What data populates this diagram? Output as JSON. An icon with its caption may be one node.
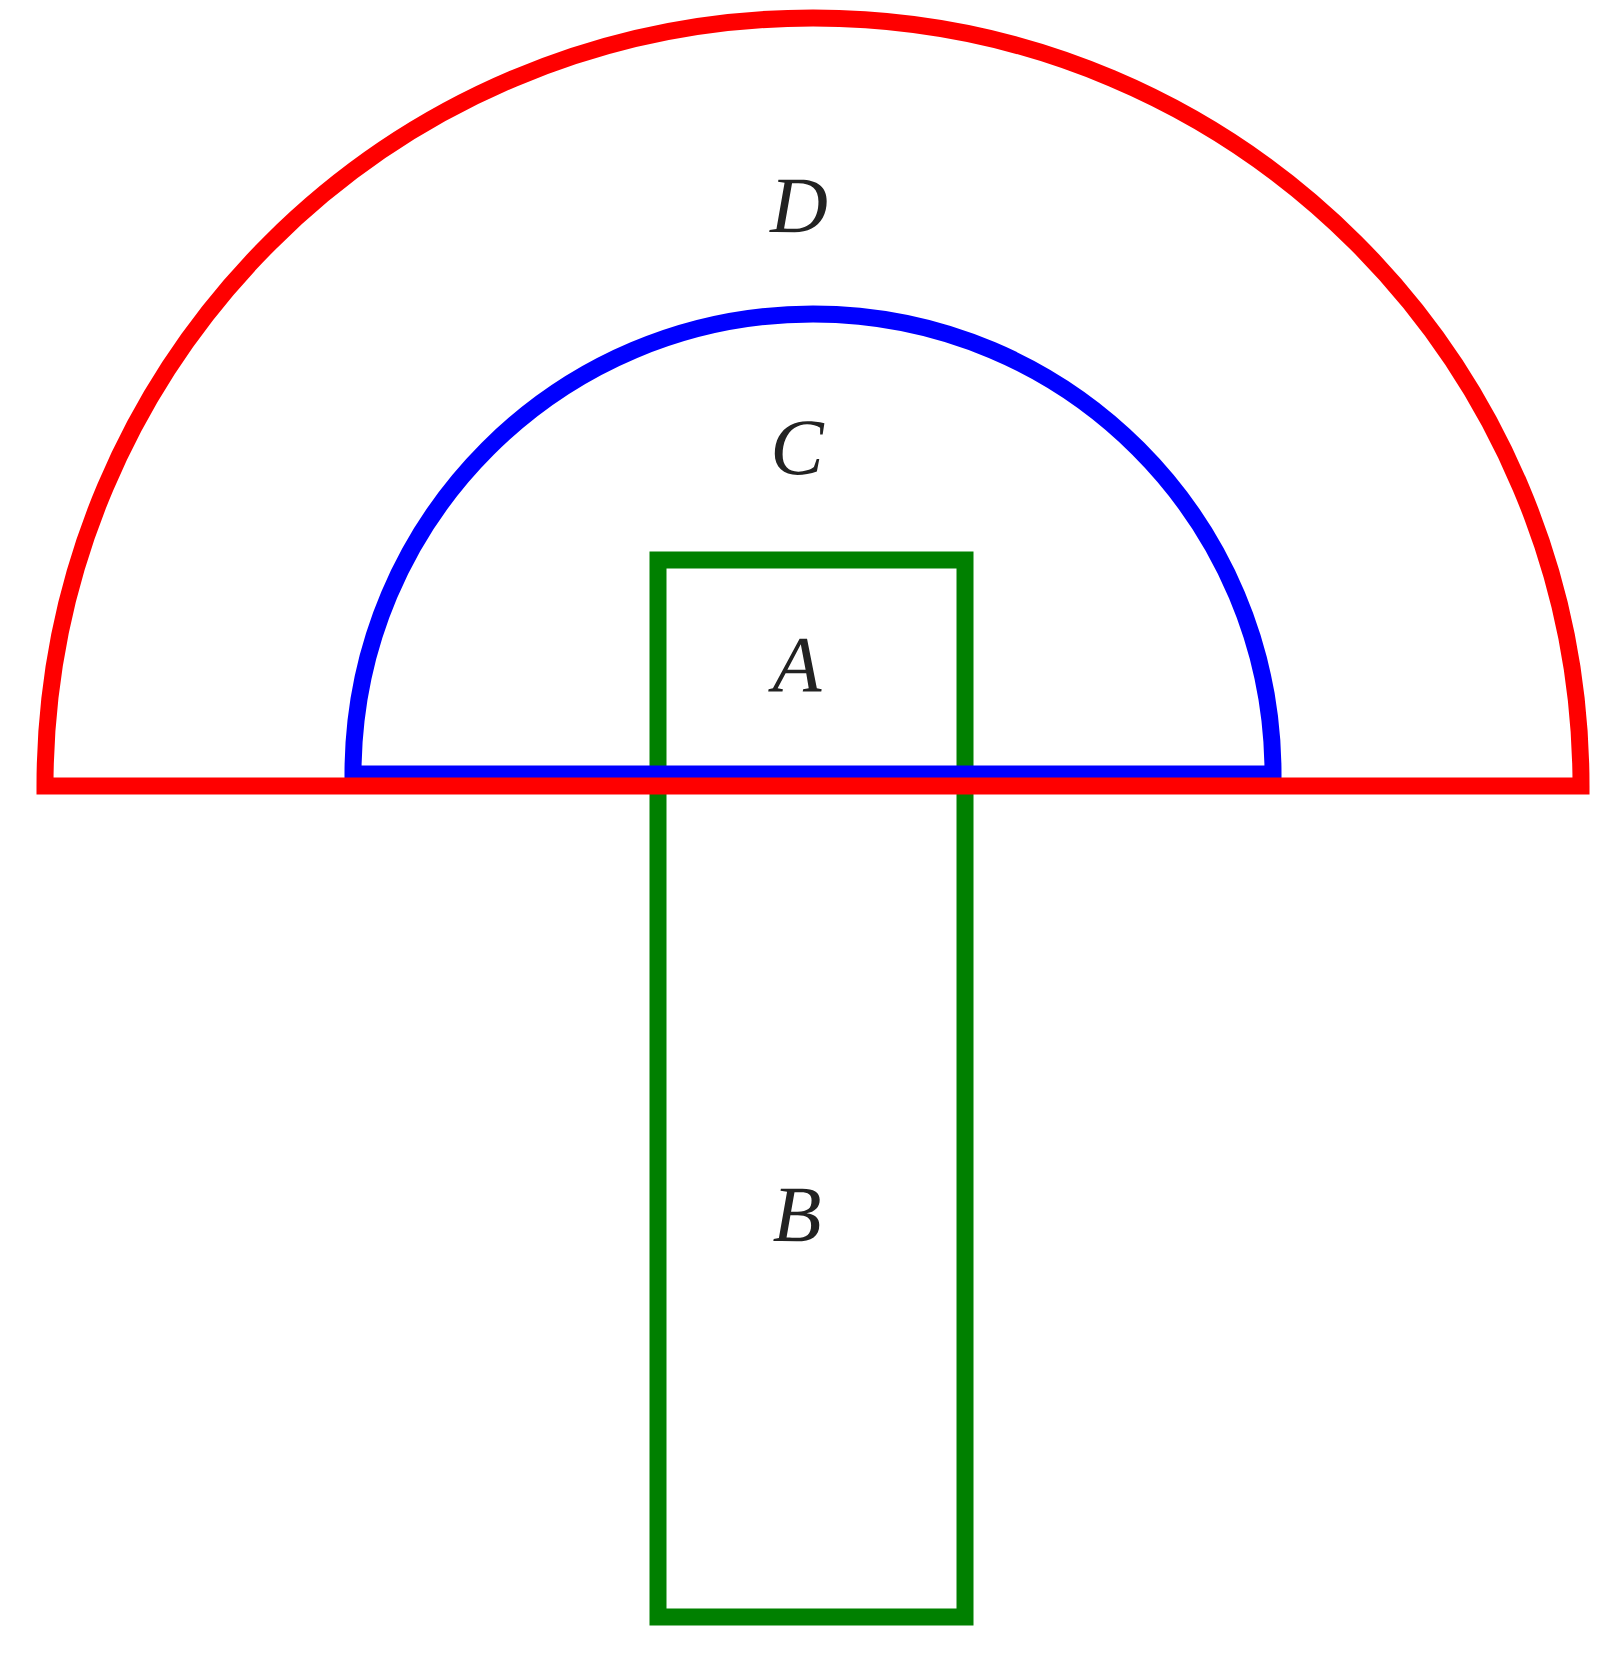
{
  "diagram": {
    "nodes": [
      {
        "text": [
          "D"
        ]
      },
      {
        "text": [
          "C"
        ],
        "in": 0
      },
      {
        "text": [
          "A",
          "B"
        ]
      }
    ]
  }
}
